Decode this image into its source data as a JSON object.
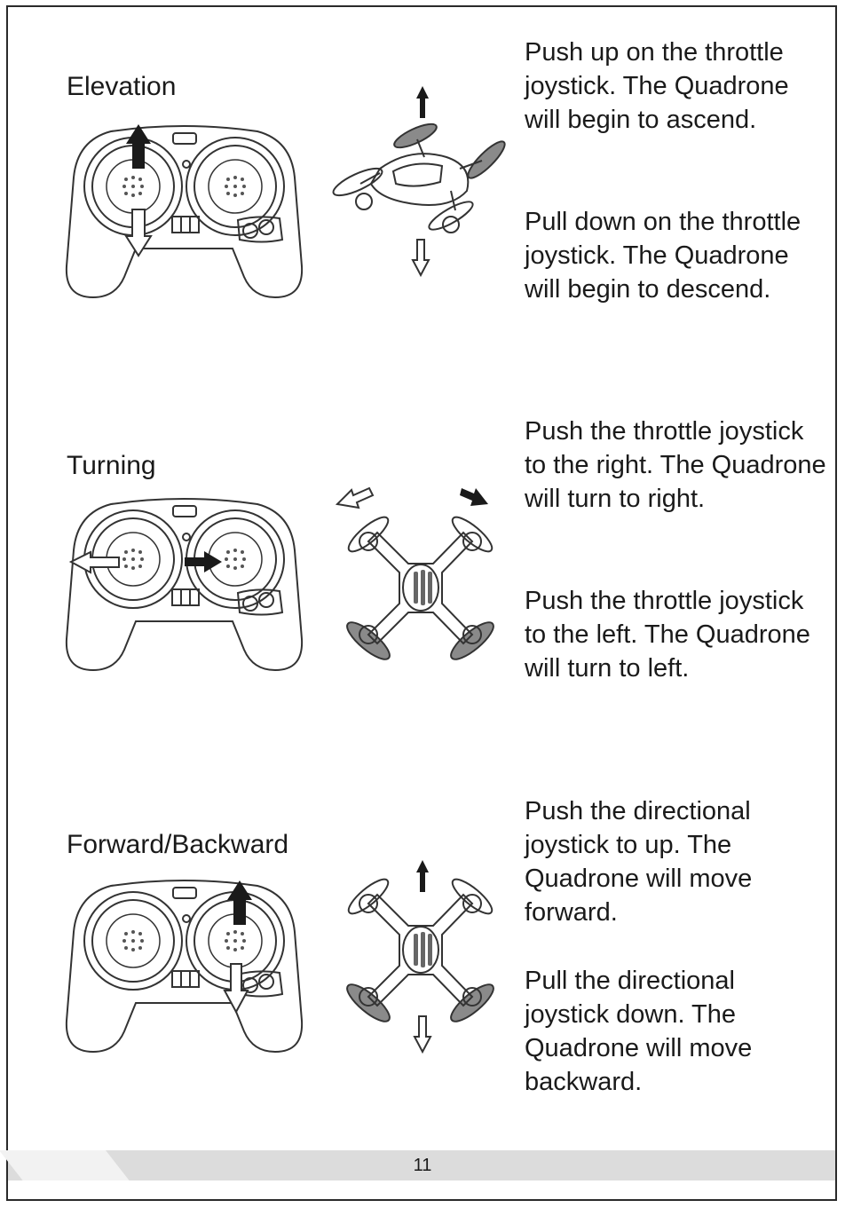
{
  "sections": [
    {
      "heading": "Elevation",
      "paragraphs": [
        "Push up on the throttle joystick. The Quadrone will begin to ascend.",
        "Pull down on the throttle joystick. The Quadrone will begin to descend."
      ]
    },
    {
      "heading": "Turning",
      "paragraphs": [
        "Push the throttle joystick to the right. The Quadrone will turn to right.",
        "Push the throttle joystick to the left. The Quadrone will turn to left."
      ]
    },
    {
      "heading": "Forward/Backward",
      "paragraphs": [
        "Push the directional joystick to up. The Quadrone will move forward.",
        "Pull the directional joystick down. The Quadrone will move backward."
      ]
    }
  ],
  "footer": {
    "page_number": "11"
  },
  "colors": {
    "arrow_fill": "#1a1a1a",
    "propeller_gray": "#8a8a8a",
    "line": "#333333",
    "footer_band": "#dcdcdc"
  }
}
